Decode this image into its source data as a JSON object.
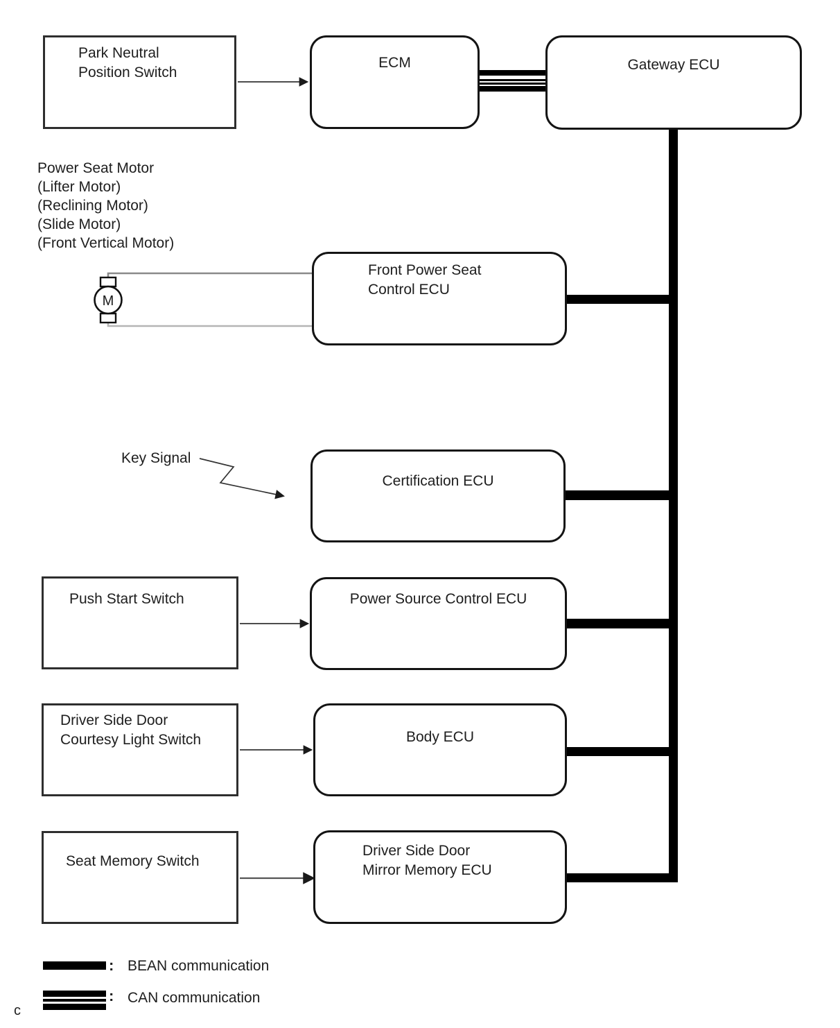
{
  "nodes": {
    "park_neutral_position_switch": {
      "lines": [
        "Park Neutral",
        "Position Switch"
      ]
    },
    "ecm": {
      "label": "ECM"
    },
    "gateway_ecu": {
      "label": "Gateway ECU"
    },
    "front_power_seat_control_ecu": {
      "lines": [
        "Front Power Seat",
        "Control ECU"
      ]
    },
    "certification_ecu": {
      "label": "Certification ECU"
    },
    "push_start_switch": {
      "label": "Push Start Switch"
    },
    "power_source_control_ecu": {
      "label": "Power Source Control ECU"
    },
    "driver_side_door_courtesy_light_switch": {
      "lines": [
        "Driver Side Door",
        "Courtesy Light Switch"
      ]
    },
    "body_ecu": {
      "label": "Body ECU"
    },
    "seat_memory_switch": {
      "label": "Seat Memory Switch"
    },
    "driver_side_door_mirror_memory_ecu": {
      "lines": [
        "Driver Side Door",
        "Mirror Memory ECU"
      ]
    }
  },
  "annotations": {
    "power_seat_motor_lines": [
      "Power Seat Motor",
      "(Lifter Motor)",
      "(Reclining Motor)",
      "(Slide Motor)",
      "(Front Vertical Motor)"
    ],
    "key_signal": "Key Signal",
    "motor_letter": "M",
    "corner_mark": "c"
  },
  "legend": {
    "separator": ":",
    "items": [
      {
        "type": "bean-solid-line",
        "label": "BEAN communication"
      },
      {
        "type": "can-triple-line",
        "label": "CAN communication"
      }
    ]
  },
  "colors": {
    "line_black": "#000000",
    "box_border": "#1f1f1f",
    "wire_top_gray": "#8a8a8a",
    "wire_bottom_gray": "#b5b5b5",
    "background": "#ffffff"
  }
}
